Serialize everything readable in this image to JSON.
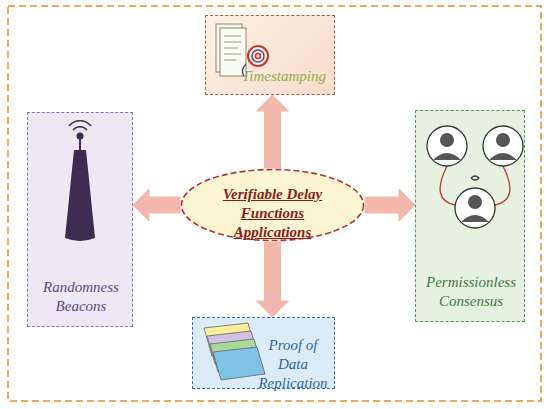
{
  "diagram": {
    "nodes": [
      {
        "text": [
          "Timestamping"
        ]
      },
      {
        "text": [
          "Randomness Beacons"
        ]
      },
      {
        "text": [
          "Verifiable Delay Functions Applications"
        ]
      },
      {
        "text": [
          "Permissionless Consensus"
        ]
      },
      {
        "text": [
          "Proof of Data Replication"
        ]
      }
    ],
    "edges": [
      {
        "from": 2,
        "to": 0,
        "arrow": "to"
      },
      {
        "from": 2,
        "to": 1,
        "arrow": "to"
      },
      {
        "from": 2,
        "to": 3,
        "arrow": "to"
      },
      {
        "from": 2,
        "to": 4,
        "arrow": "to"
      }
    ]
  }
}
